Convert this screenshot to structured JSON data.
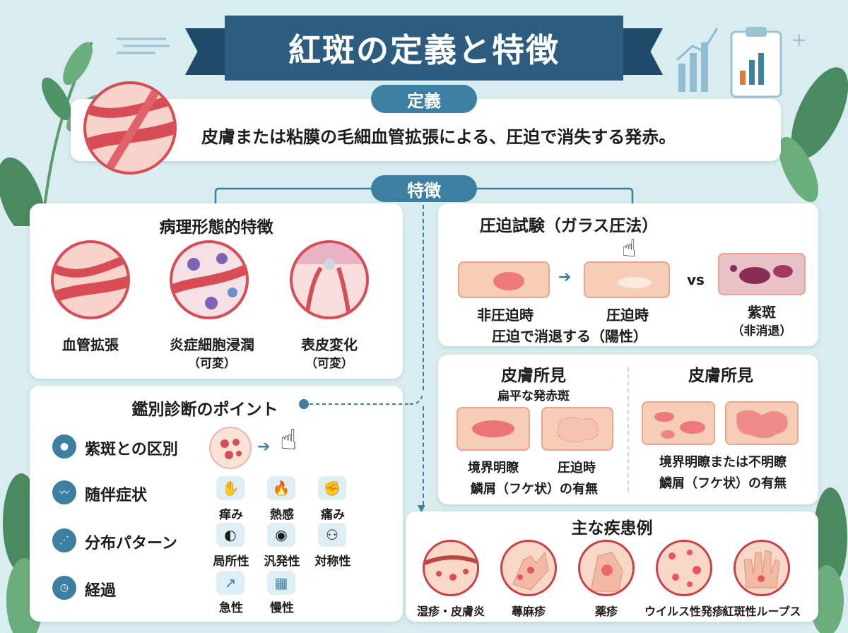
{
  "title": "紅斑の定義と特徴",
  "definition": {
    "pill": "定義",
    "text": "皮膚または粘膜の毛細血管拡張による、圧迫で消失する発赤。"
  },
  "features_pill": "特徴",
  "pathology": {
    "title": "病理形態的特徴",
    "items": [
      {
        "label": "血管拡張",
        "note": ""
      },
      {
        "label": "炎症細胞浸潤",
        "note": "（可変）"
      },
      {
        "label": "表皮変化",
        "note": "（可変）"
      }
    ]
  },
  "pressure_test": {
    "title": "圧迫試験（ガラス圧法）",
    "before": "非圧迫時",
    "after": "圧迫時",
    "vs": "vs",
    "purpura": "紫斑",
    "purpura_note": "（非消退）",
    "result": "圧迫で消退する（陽性）"
  },
  "skin_findings_left": {
    "title": "皮膚所見",
    "subtitle": "扁平な発赤斑",
    "label_a": "境界明瞭",
    "label_b": "圧迫時",
    "note": "鱗屑（フケ状）の有無"
  },
  "skin_findings_right": {
    "title": "皮膚所見",
    "label": "境界明瞭または不明瞭",
    "note": "鱗屑（フケ状）の有無"
  },
  "differential": {
    "title": "鑑別診断のポイント",
    "rows": [
      {
        "label": "紫斑との区別",
        "items": []
      },
      {
        "label": "随伴症状",
        "items": [
          "痒み",
          "熱感",
          "痛み"
        ]
      },
      {
        "label": "分布パターン",
        "items": [
          "局所性",
          "汎発性",
          "対称性"
        ]
      },
      {
        "label": "経過",
        "items": [
          "急性",
          "慢性"
        ]
      }
    ]
  },
  "diseases": {
    "title": "主な疾患例",
    "items": [
      "湿疹・皮膚炎",
      "蕁麻疹",
      "薬疹",
      "ウイルス性発疹",
      "紅斑性ループス"
    ]
  },
  "colors": {
    "banner": "#2c5d80",
    "accent": "#3d7fa0",
    "red": "#d84c55",
    "background": "#d9ecef"
  }
}
